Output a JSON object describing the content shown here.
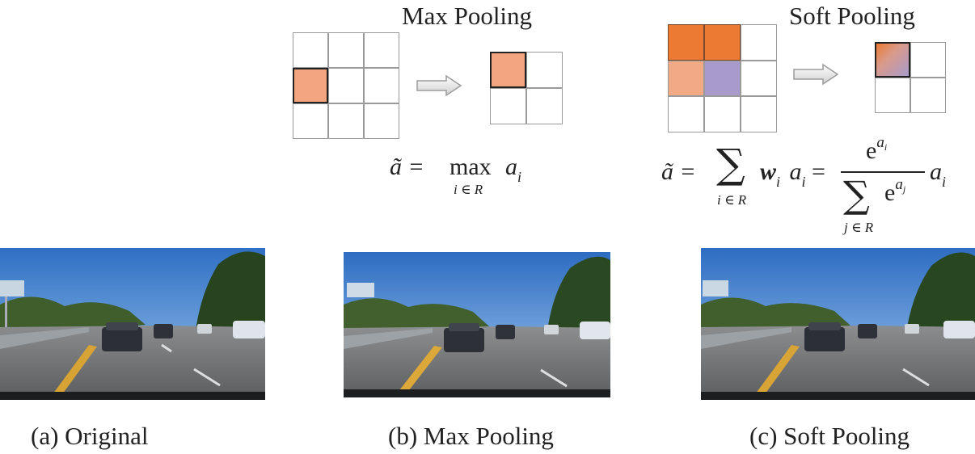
{
  "top": {
    "max_title": "Max Pooling",
    "soft_title": "Soft Pooling"
  },
  "formulas": {
    "max": {
      "lhs": "ã =",
      "op": "max",
      "sub": "i ∈ R",
      "term": "a",
      "term_sub": "i"
    },
    "soft": {
      "lhs": "ã =",
      "sum_sub": "i ∈ R",
      "w": "w",
      "w_sub": "i",
      "a": "a",
      "a_sub": "i",
      "eq": "=",
      "num_e": "e",
      "num_sup": "a",
      "num_sup_sub": "i",
      "den_e": "e",
      "den_sup": "a",
      "den_sup_sub": "j",
      "den_sum_sub": "j ∈ R",
      "tail": "a",
      "tail_sub": "i"
    }
  },
  "captions": {
    "a": "(a) Original",
    "b": "(b) Max Pooling",
    "c": "(c) Soft Pooling"
  },
  "colors": {
    "max_cell": "#f2a57e",
    "soft_orange": "#ec7a32",
    "soft_peach": "#f2a985",
    "soft_purple": "#a89bcc",
    "grid_line": "#9a9a9a",
    "bold_line": "#222222"
  }
}
